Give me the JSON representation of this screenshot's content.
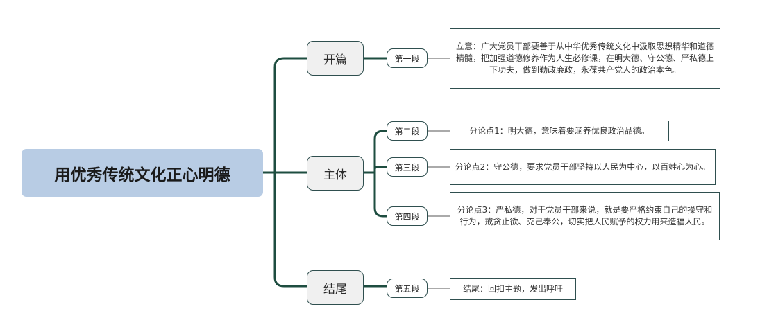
{
  "root": {
    "title": "用优秀传统文化正心明德"
  },
  "sections": [
    {
      "label": "开篇",
      "paragraphs": [
        {
          "label": "第一段",
          "detail": "立意：广大党员干部要善于从中华优秀传统文化中汲取思想精华和道德精髓，把加强道德修养作为人生必修课，在明大德、守公德、严私德上下功夫，做到勤政廉政，永葆共产党人的政治本色。"
        }
      ]
    },
    {
      "label": "主体",
      "paragraphs": [
        {
          "label": "第二段",
          "detail": "分论点1：明大德，意味着要涵养优良政治品德。"
        },
        {
          "label": "第三段",
          "detail": "分论点2：守公德，要求党员干部坚持以人民为中心，以百姓心为心。"
        },
        {
          "label": "第四段",
          "detail": "分论点3：严私德，对于党员干部来说，就是要严格约束自己的操守和行为，戒贪止欲、克己奉公，切实把人民赋予的权力用来造福人民。"
        }
      ]
    },
    {
      "label": "结尾",
      "paragraphs": [
        {
          "label": "第五段",
          "detail": "结尾：回扣主题，发出呼吁"
        }
      ]
    }
  ],
  "colors": {
    "connector": "#1e4d40",
    "root_fill": "#b8cce4",
    "section_fill": "#f0f0f0",
    "border": "#2f4f4f"
  }
}
